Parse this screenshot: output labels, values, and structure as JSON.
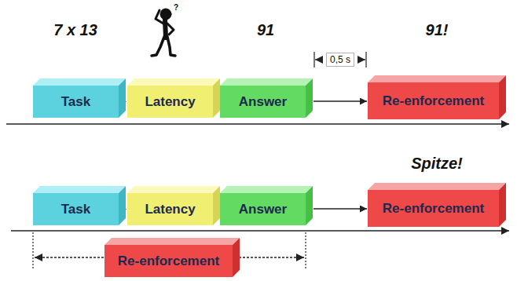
{
  "diagram": {
    "nodes": [
      {
        "text": [
          "Task"
        ]
      },
      {
        "text": [
          "Latency"
        ]
      },
      {
        "text": [
          "Answer"
        ]
      },
      {
        "text": [
          "Re-enforcement"
        ]
      },
      {
        "text": [
          "Task"
        ]
      },
      {
        "text": [
          "Latency"
        ]
      },
      {
        "text": [
          "Answer"
        ]
      },
      {
        "text": [
          "Re-enforcement"
        ]
      },
      {
        "text": [
          "Re-enforcement"
        ]
      }
    ],
    "edges": [
      {
        "from": 0,
        "to": 1,
        "arrow": "to"
      },
      {
        "from": 1,
        "to": 2,
        "arrow": "to"
      },
      {
        "from": 2,
        "to": 3,
        "arrow": "to"
      },
      {
        "from": 4,
        "to": 5,
        "arrow": "to"
      },
      {
        "from": 5,
        "to": 6,
        "arrow": "to"
      },
      {
        "from": 6,
        "to": 7,
        "arrow": "to"
      }
    ],
    "labels": [
      "7 x 13",
      "?",
      "91",
      "0,5 s",
      "91!",
      "Spitze!"
    ]
  }
}
